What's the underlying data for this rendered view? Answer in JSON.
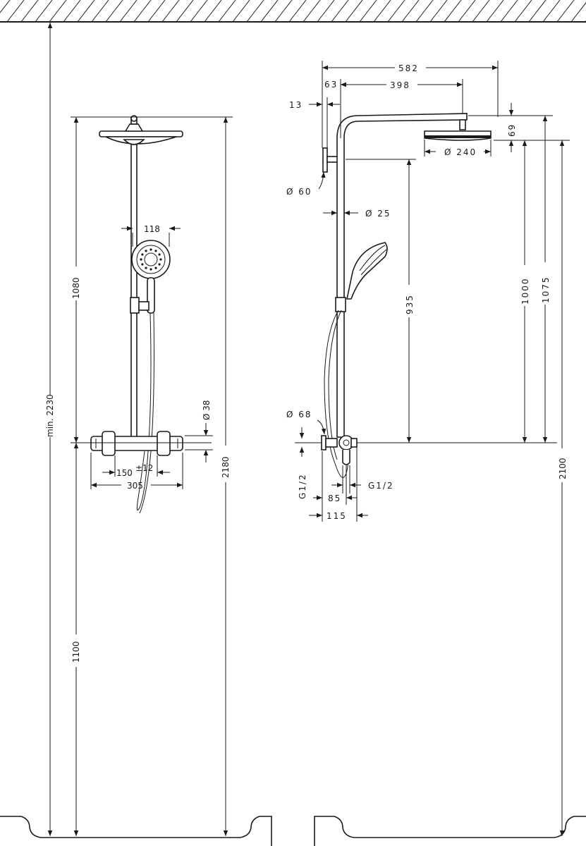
{
  "drawing": {
    "front_view": {
      "dim_min_ceiling_height": "min. 2230",
      "dim_overhead_above_thermostat": "1080",
      "dim_thermostat_height": "1100",
      "dim_total_height": "2180",
      "dim_handshower_diameter": "118",
      "dim_thermostat_diameter": "Ø 38",
      "dim_connection_spacing": "150",
      "dim_connection_tolerance": "±12",
      "dim_thermostat_width": "305"
    },
    "side_view": {
      "dim_overall_projection": "582",
      "dim_wall_to_pipe": "63",
      "dim_arm_length": "398",
      "dim_wall_bracket_offset": "13",
      "dim_overhead_thickness": "69",
      "dim_overhead_diameter": "Ø 240",
      "dim_wall_flange_diameter": "Ø 60",
      "dim_pipe_diameter": "Ø 25",
      "dim_bracket_to_thermostat": "935",
      "dim_overhead_bottom_above_thermostat": "1000",
      "dim_overhead_top_above_thermostat": "1075",
      "dim_overhead_bottom_height": "2100",
      "dim_escutcheon_diameter": "Ø 68",
      "dim_inlet_thread": "G1/2",
      "dim_outlet_thread": "G1/2",
      "dim_wall_to_thermostat_axis": "85",
      "dim_wall_to_thermostat_front": "115"
    }
  }
}
